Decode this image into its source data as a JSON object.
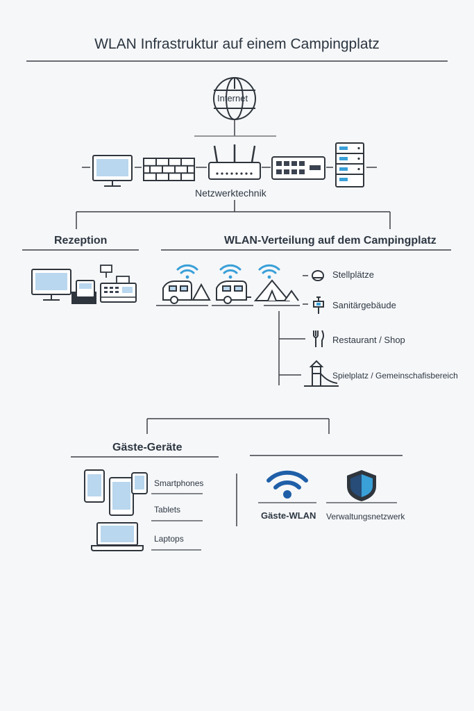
{
  "title": "WLAN Infrastruktur auf einem Campingplatz",
  "internet": "Internet",
  "network_label": "Netzwerktechnik",
  "reception": "Rezeption",
  "wlan_distribution": "WLAN-Verteilung auf dem Campingplatz",
  "areas": [
    "Stellplätze",
    "Sanitärgebäude",
    "Restaurant / Shop",
    "Spielplatz / Gemeinschafisbereich"
  ],
  "guest_devices": "Gäste-Geräte",
  "devices": [
    "Smartphones",
    "Tablets",
    "Laptops"
  ],
  "networks": [
    "Gäste-WLAN",
    "Verwaltungsnetzwerk"
  ],
  "colors": {
    "accent": "#1f5fa8",
    "wifi": "#3aa0d8",
    "line": "#3b3f45",
    "screen": "#b9d7ee"
  }
}
